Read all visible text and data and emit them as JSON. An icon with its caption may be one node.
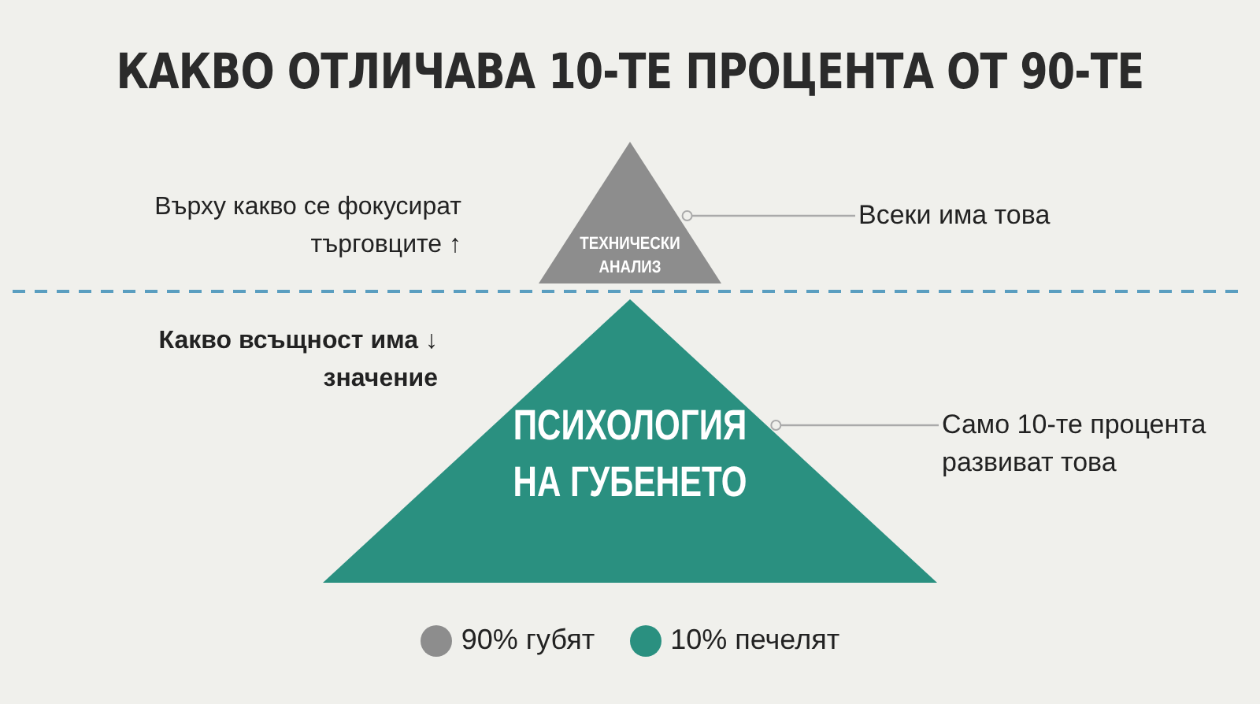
{
  "diagram": {
    "title": "КАКВО ОТЛИЧАВА 10-ТЕ ПРОЦЕНТА ОТ 90-ТЕ",
    "nodes": [
      {
        "text": [
          "ТЕХНИЧЕСКИ АНАЛИЗ"
        ]
      },
      {
        "text": [
          "ПСИХОЛОГИЯ НА ГУБЕНЕТО"
        ]
      },
      {
        "text": [
          "Всеки има това"
        ]
      },
      {
        "text": [
          "Само 10-те процента развиват това"
        ]
      }
    ],
    "edges": [
      {
        "from": 2,
        "to": 0,
        "arrow": "other"
      },
      {
        "from": 3,
        "to": 1,
        "arrow": "other"
      }
    ],
    "labels": [
      "Върху какво се фокусират търговците ↑",
      "**Какво всъщност има ↓ значение**"
    ],
    "legend": [
      {
        "text": "90% губят",
        "color": "#8d8d8d"
      },
      {
        "text": "10% печелят",
        "color": "#2a9080"
      }
    ]
  }
}
